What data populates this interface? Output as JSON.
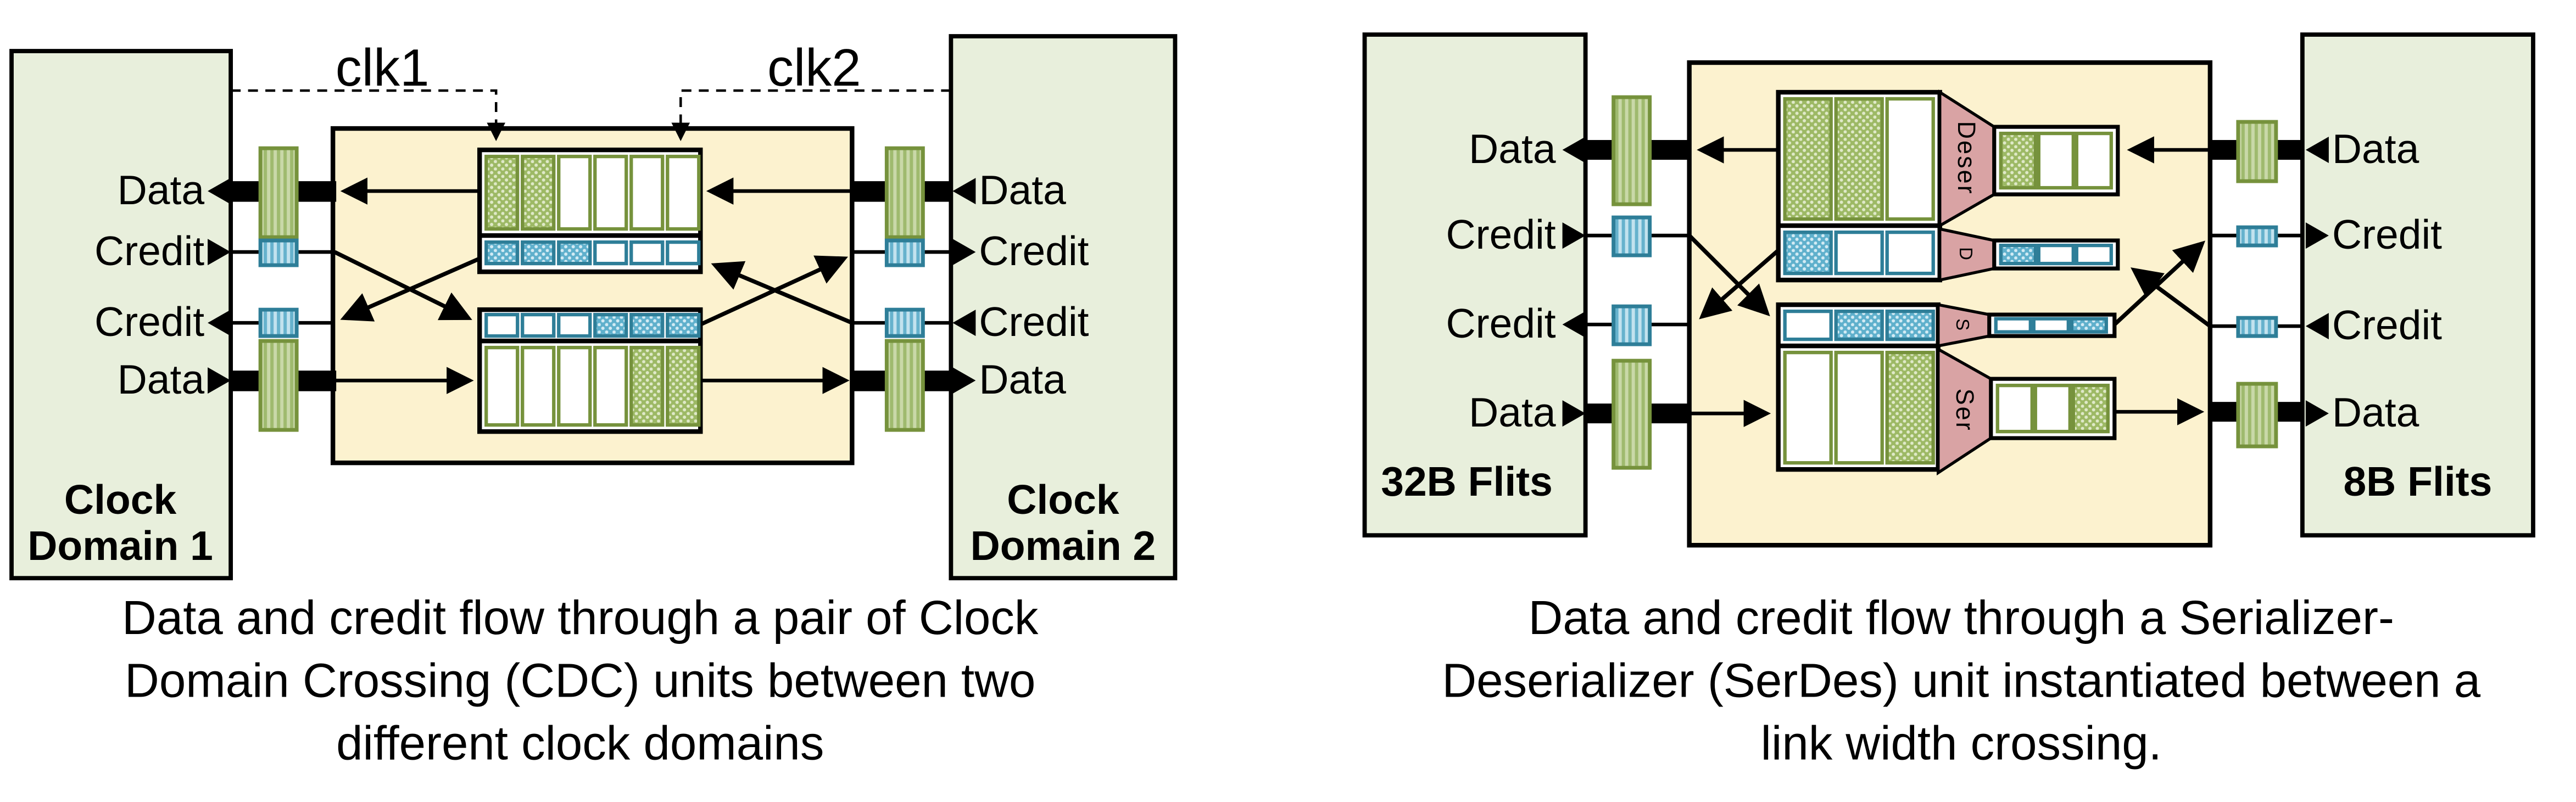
{
  "left_diagram": {
    "clk1_label": "clk1",
    "clk2_label": "clk2",
    "domain1": {
      "line1": "Clock",
      "line2": "Domain 1"
    },
    "domain2": {
      "line1": "Clock",
      "line2": "Domain 2"
    },
    "ports_left": {
      "row1": "Data",
      "row2": "Credit",
      "row3": "Credit",
      "row4": "Data"
    },
    "ports_right": {
      "row1": "Data",
      "row2": "Credit",
      "row3": "Credit",
      "row4": "Data"
    },
    "cdc_top": {
      "data_cells": [
        1,
        1,
        0,
        0,
        0,
        0
      ],
      "credit_cells": [
        1,
        1,
        1,
        0,
        0,
        0
      ]
    },
    "cdc_bottom": {
      "credit_cells": [
        0,
        0,
        0,
        1,
        1,
        1
      ],
      "data_cells": [
        0,
        0,
        0,
        0,
        1,
        1
      ]
    },
    "caption": {
      "line1": "Data and credit flow through a pair of Clock",
      "line2": "Domain Crossing (CDC) units between two",
      "line3": "different clock domains"
    }
  },
  "right_diagram": {
    "domain_left_label": "32B Flits",
    "domain_right_label": "8B Flits",
    "ports_left": {
      "row1": "Data",
      "row2": "Credit",
      "row3": "Credit",
      "row4": "Data"
    },
    "ports_right": {
      "row1": "Data",
      "row2": "Credit",
      "row3": "Credit",
      "row4": "Data"
    },
    "deser": {
      "label": "Deser",
      "credit_label": "D",
      "wide_data_cells": [
        1,
        1,
        0
      ],
      "wide_credit_cells": [
        1,
        0,
        0
      ],
      "narrow_data_cells": [
        1,
        0,
        0
      ],
      "narrow_credit_cells": [
        1,
        0,
        0
      ]
    },
    "ser": {
      "label": "Ser",
      "credit_label": "S",
      "wide_credit_cells": [
        0,
        1,
        1
      ],
      "wide_data_cells": [
        0,
        0,
        1
      ],
      "narrow_credit_cells": [
        0,
        0,
        1
      ],
      "narrow_data_cells": [
        0,
        0,
        1
      ]
    },
    "caption": {
      "line1": "Data and credit flow through a Serializer-",
      "line2": "Deserializer (SerDes) unit instantiated between a",
      "line3": "link width crossing."
    }
  },
  "colors": {
    "domain_fill": "#e8efdc",
    "unit_fill": "#fcf2cf",
    "data_green": "#9db965",
    "data_green_border": "#76923c",
    "credit_blue": "#5fb0cc",
    "credit_blue_border": "#2e7e98",
    "serdes_pink": "#d9a3a4",
    "wire_black": "#000000"
  }
}
